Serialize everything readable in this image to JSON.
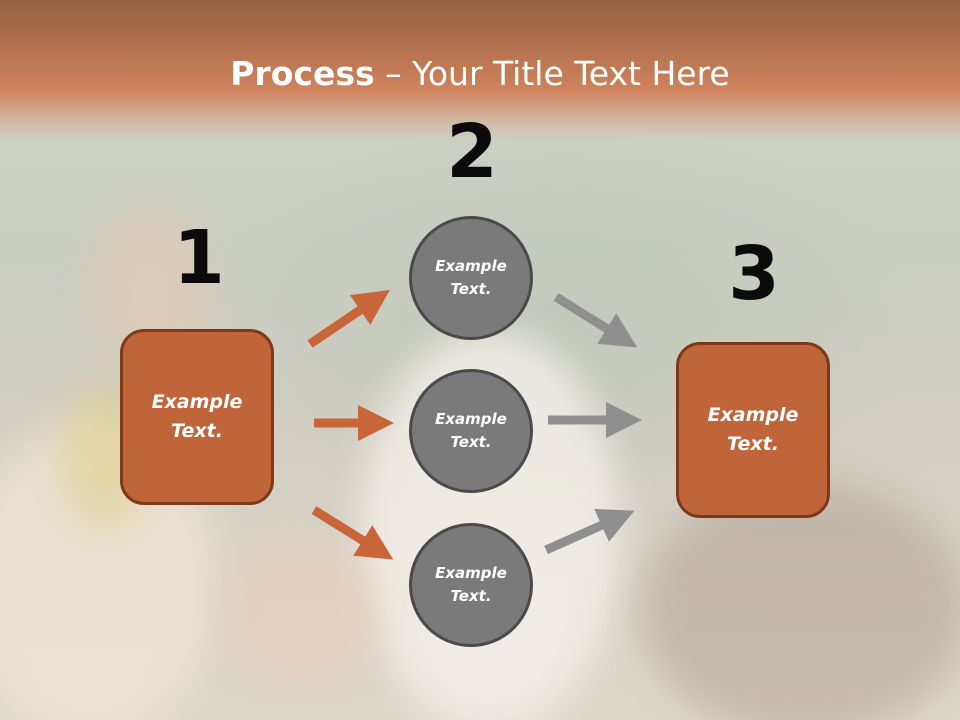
{
  "title": {
    "bold": "Process",
    "rest": " – Your Title Text Here"
  },
  "steps": {
    "one": "1",
    "two": "2",
    "three": "3"
  },
  "boxes": {
    "left": "Example Text.",
    "right": "Example Text."
  },
  "circles": {
    "top": "Example Text.",
    "middle": "Example Text.",
    "bottom": "Example Text."
  },
  "colors": {
    "box_fill": "#c0643a",
    "box_border": "#7d3a18",
    "circle_fill": "#7a7a7a",
    "circle_border": "#4a4a4a",
    "arrow_orange": "#c8663a",
    "arrow_gray": "#8f8f8f",
    "header": "#a5552b"
  }
}
